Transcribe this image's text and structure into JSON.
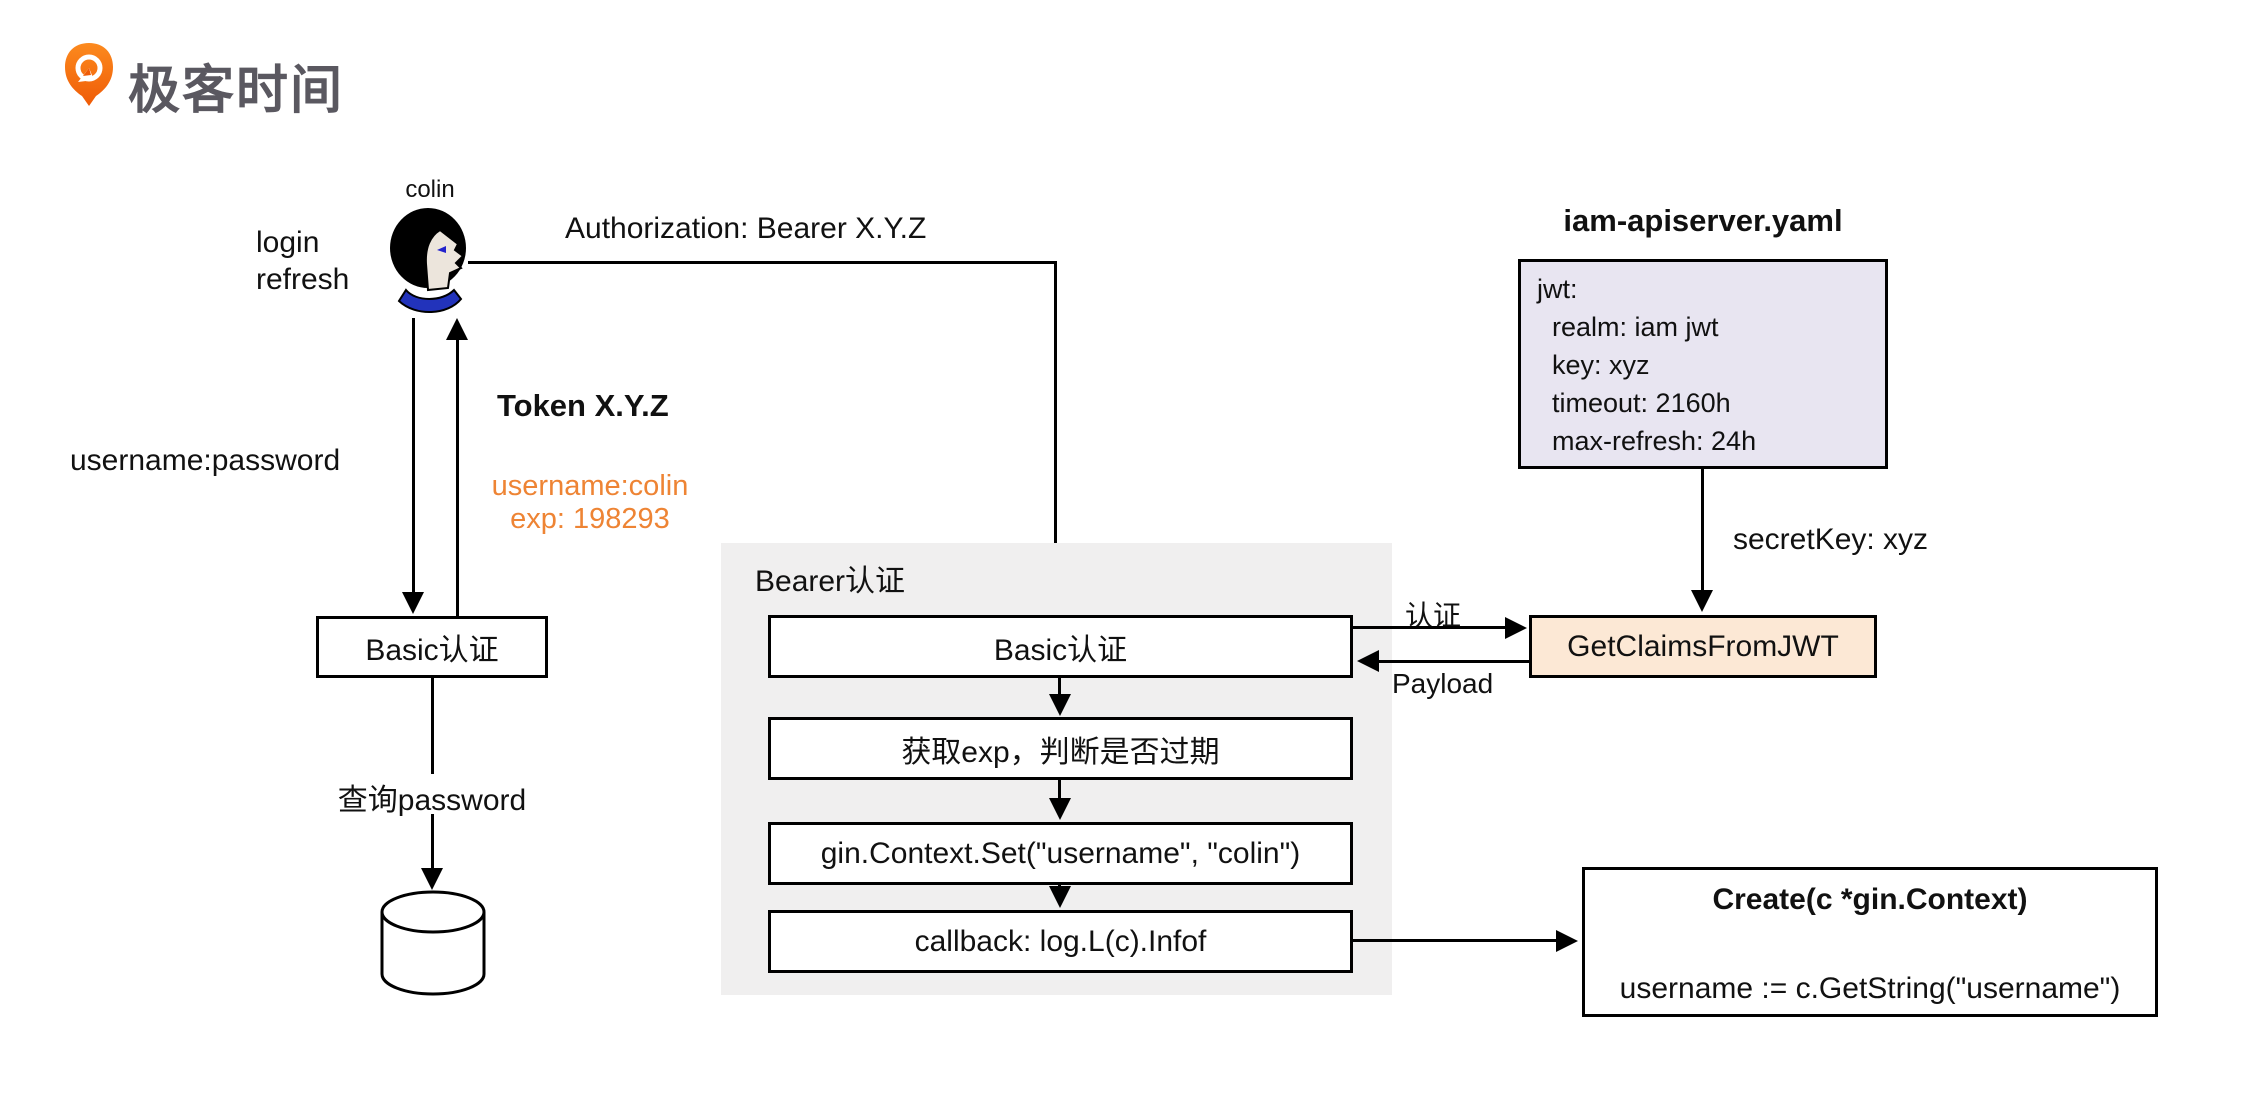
{
  "logo": {
    "text": "极客时间",
    "icon": "geektime-pin-icon",
    "orange": "#f86c0e",
    "text_color": "#5a5860"
  },
  "actor": {
    "name": "colin",
    "action_lines": [
      "login",
      "refresh"
    ],
    "icon": "person-profile-icon"
  },
  "labels": {
    "authorization": "Authorization: Bearer X.Y.Z",
    "username_password": "username:password",
    "token": "Token X.Y.Z",
    "claim_line1": "username:colin",
    "claim_line2": "exp: 198293",
    "query_password": "查询password",
    "auth": "认证",
    "payload": "Payload",
    "secret_key": "secretKey: xyz"
  },
  "left_flow": {
    "basic_auth_box": "Basic认证",
    "database_icon": "database-cylinder-icon"
  },
  "bearer_panel": {
    "title": "Bearer认证",
    "steps": [
      "Basic认证",
      "获取exp，判断是否过期",
      "gin.Context.Set(\"username\", \"colin\")",
      "callback: log.L(c).Infof"
    ]
  },
  "jwt_config": {
    "title": "iam-apiserver.yaml",
    "lines": [
      "jwt:",
      "  realm: iam jwt",
      "  key: xyz",
      "  timeout: 2160h",
      "  max-refresh: 24h"
    ]
  },
  "get_claims_box": "GetClaimsFromJWT",
  "create_box": {
    "title": "Create(c *gin.Context)",
    "body": "username := c.GetString(\"username\")"
  },
  "colors": {
    "accent_orange_text": "#ee8434",
    "bearer_panel_gray": "#f0efef",
    "yaml_box_fill": "#e8e5f1",
    "claims_box_fill": "#fce8d5",
    "line_black": "#000000"
  }
}
